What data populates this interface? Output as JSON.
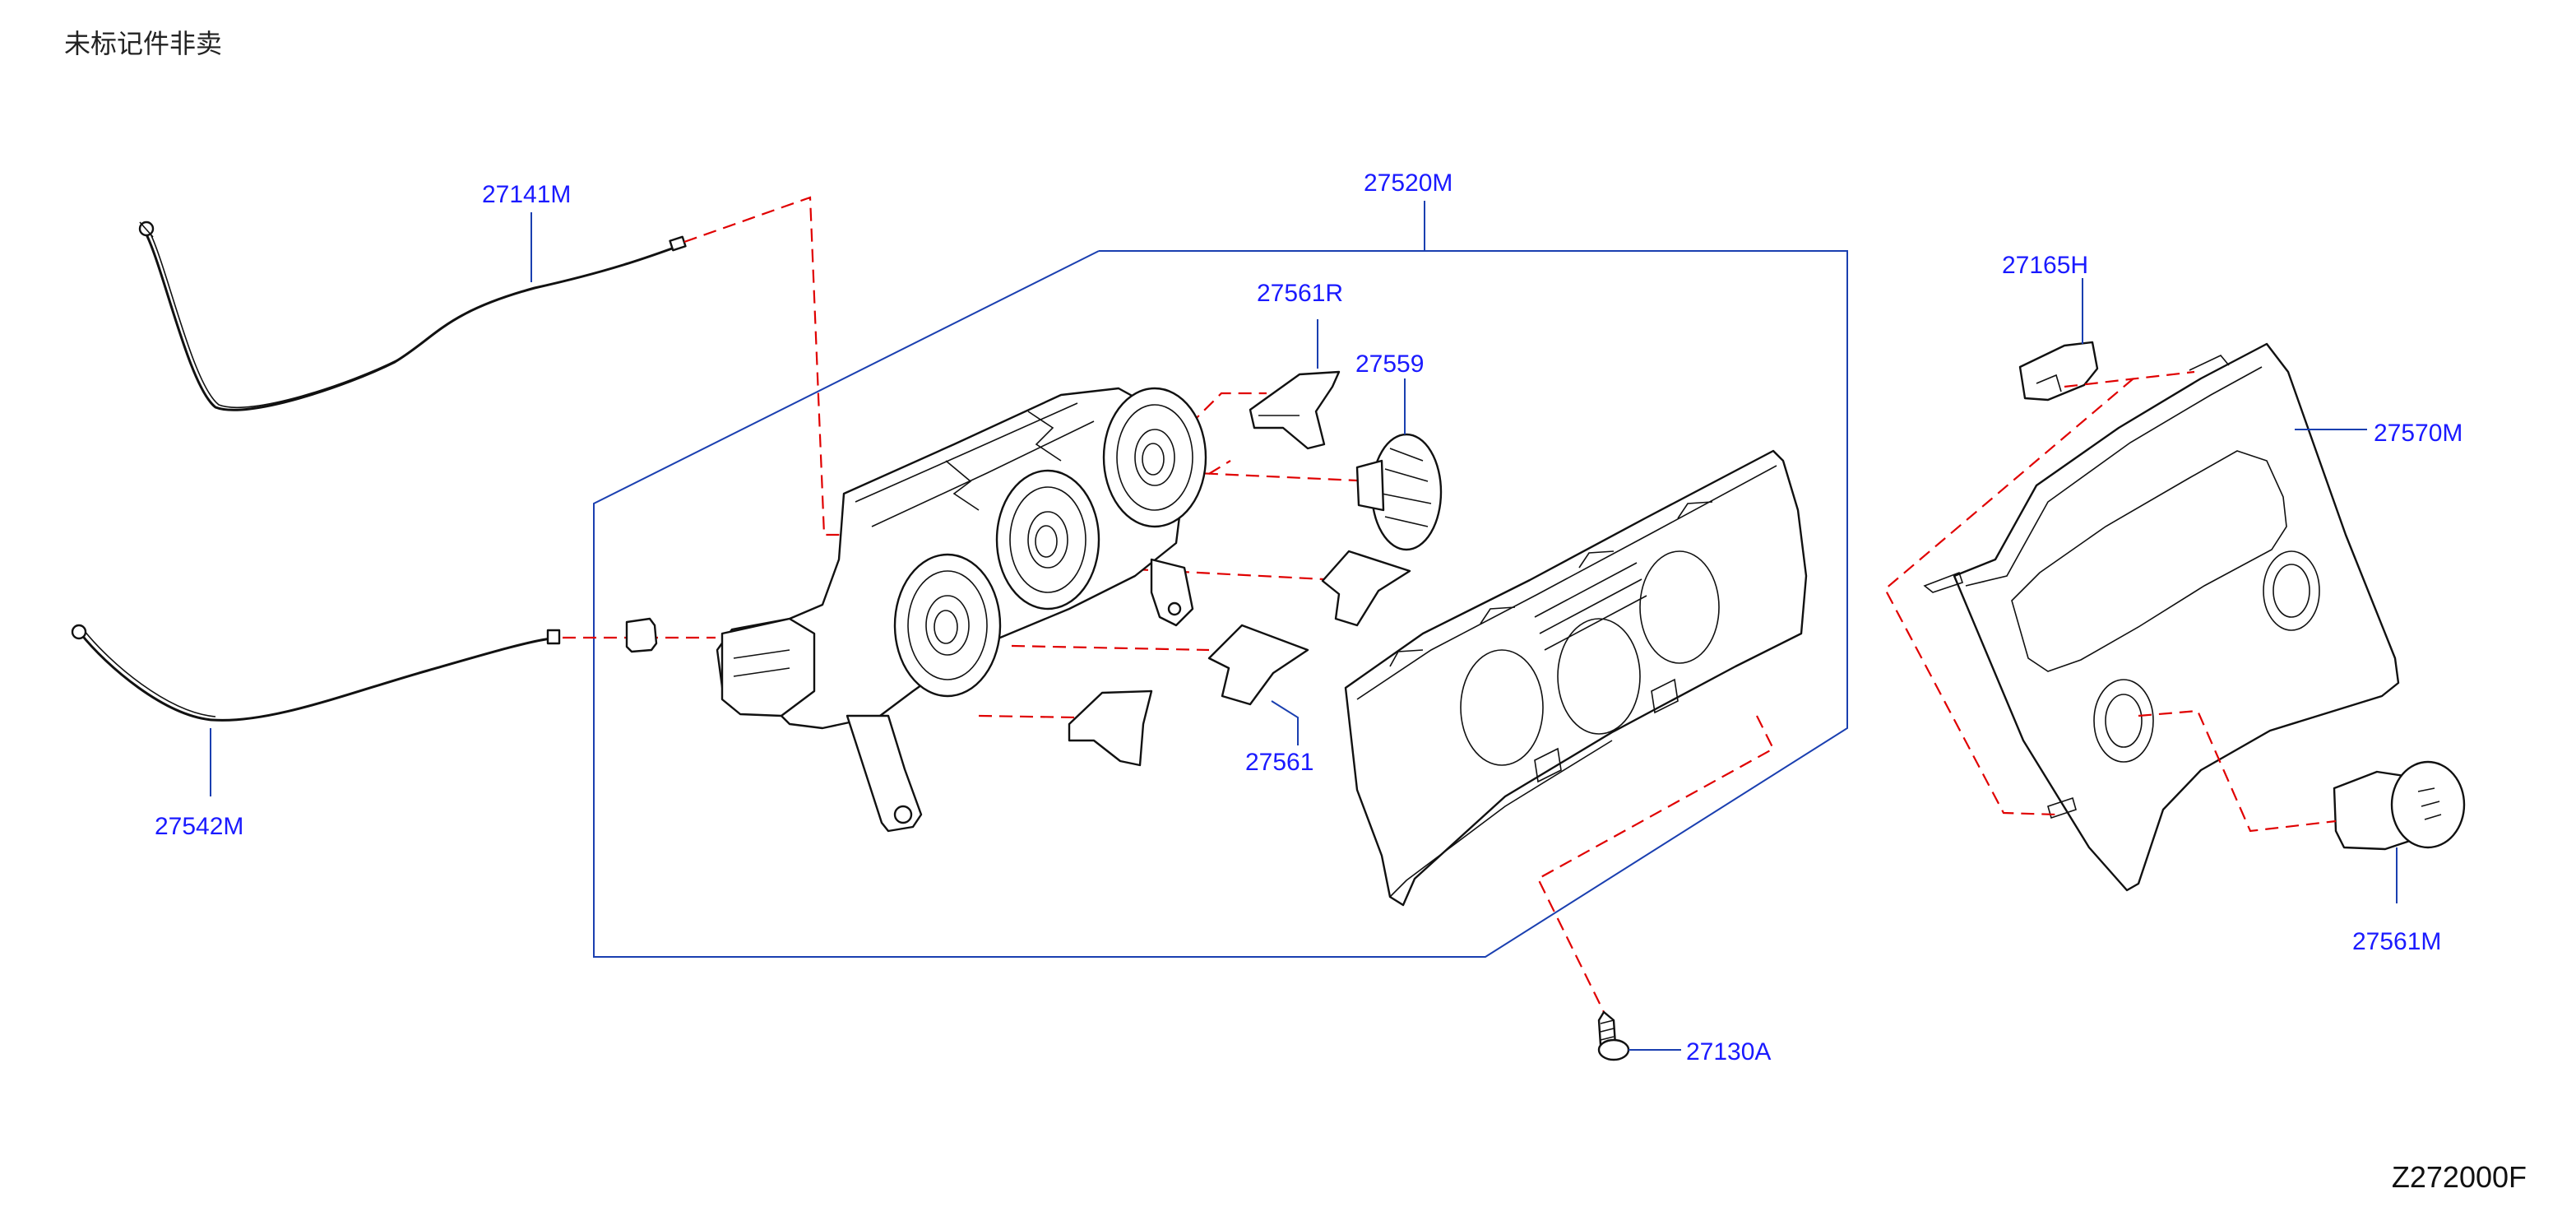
{
  "note": "未标记件非卖",
  "diagram_code": "Z272000F",
  "labels": {
    "p27141M": "27141M",
    "p27520M": "27520M",
    "p27561R": "27561R",
    "p27559": "27559",
    "p27542M": "27542M",
    "p27561": "27561",
    "p27165H": "27165H",
    "p27570M": "27570M",
    "p27561M": "27561M",
    "p27130A": "27130A"
  },
  "colors": {
    "label": "#1a1aff",
    "leader": "#1a3fb0",
    "dash": "#e00000",
    "outline": "#111111"
  }
}
